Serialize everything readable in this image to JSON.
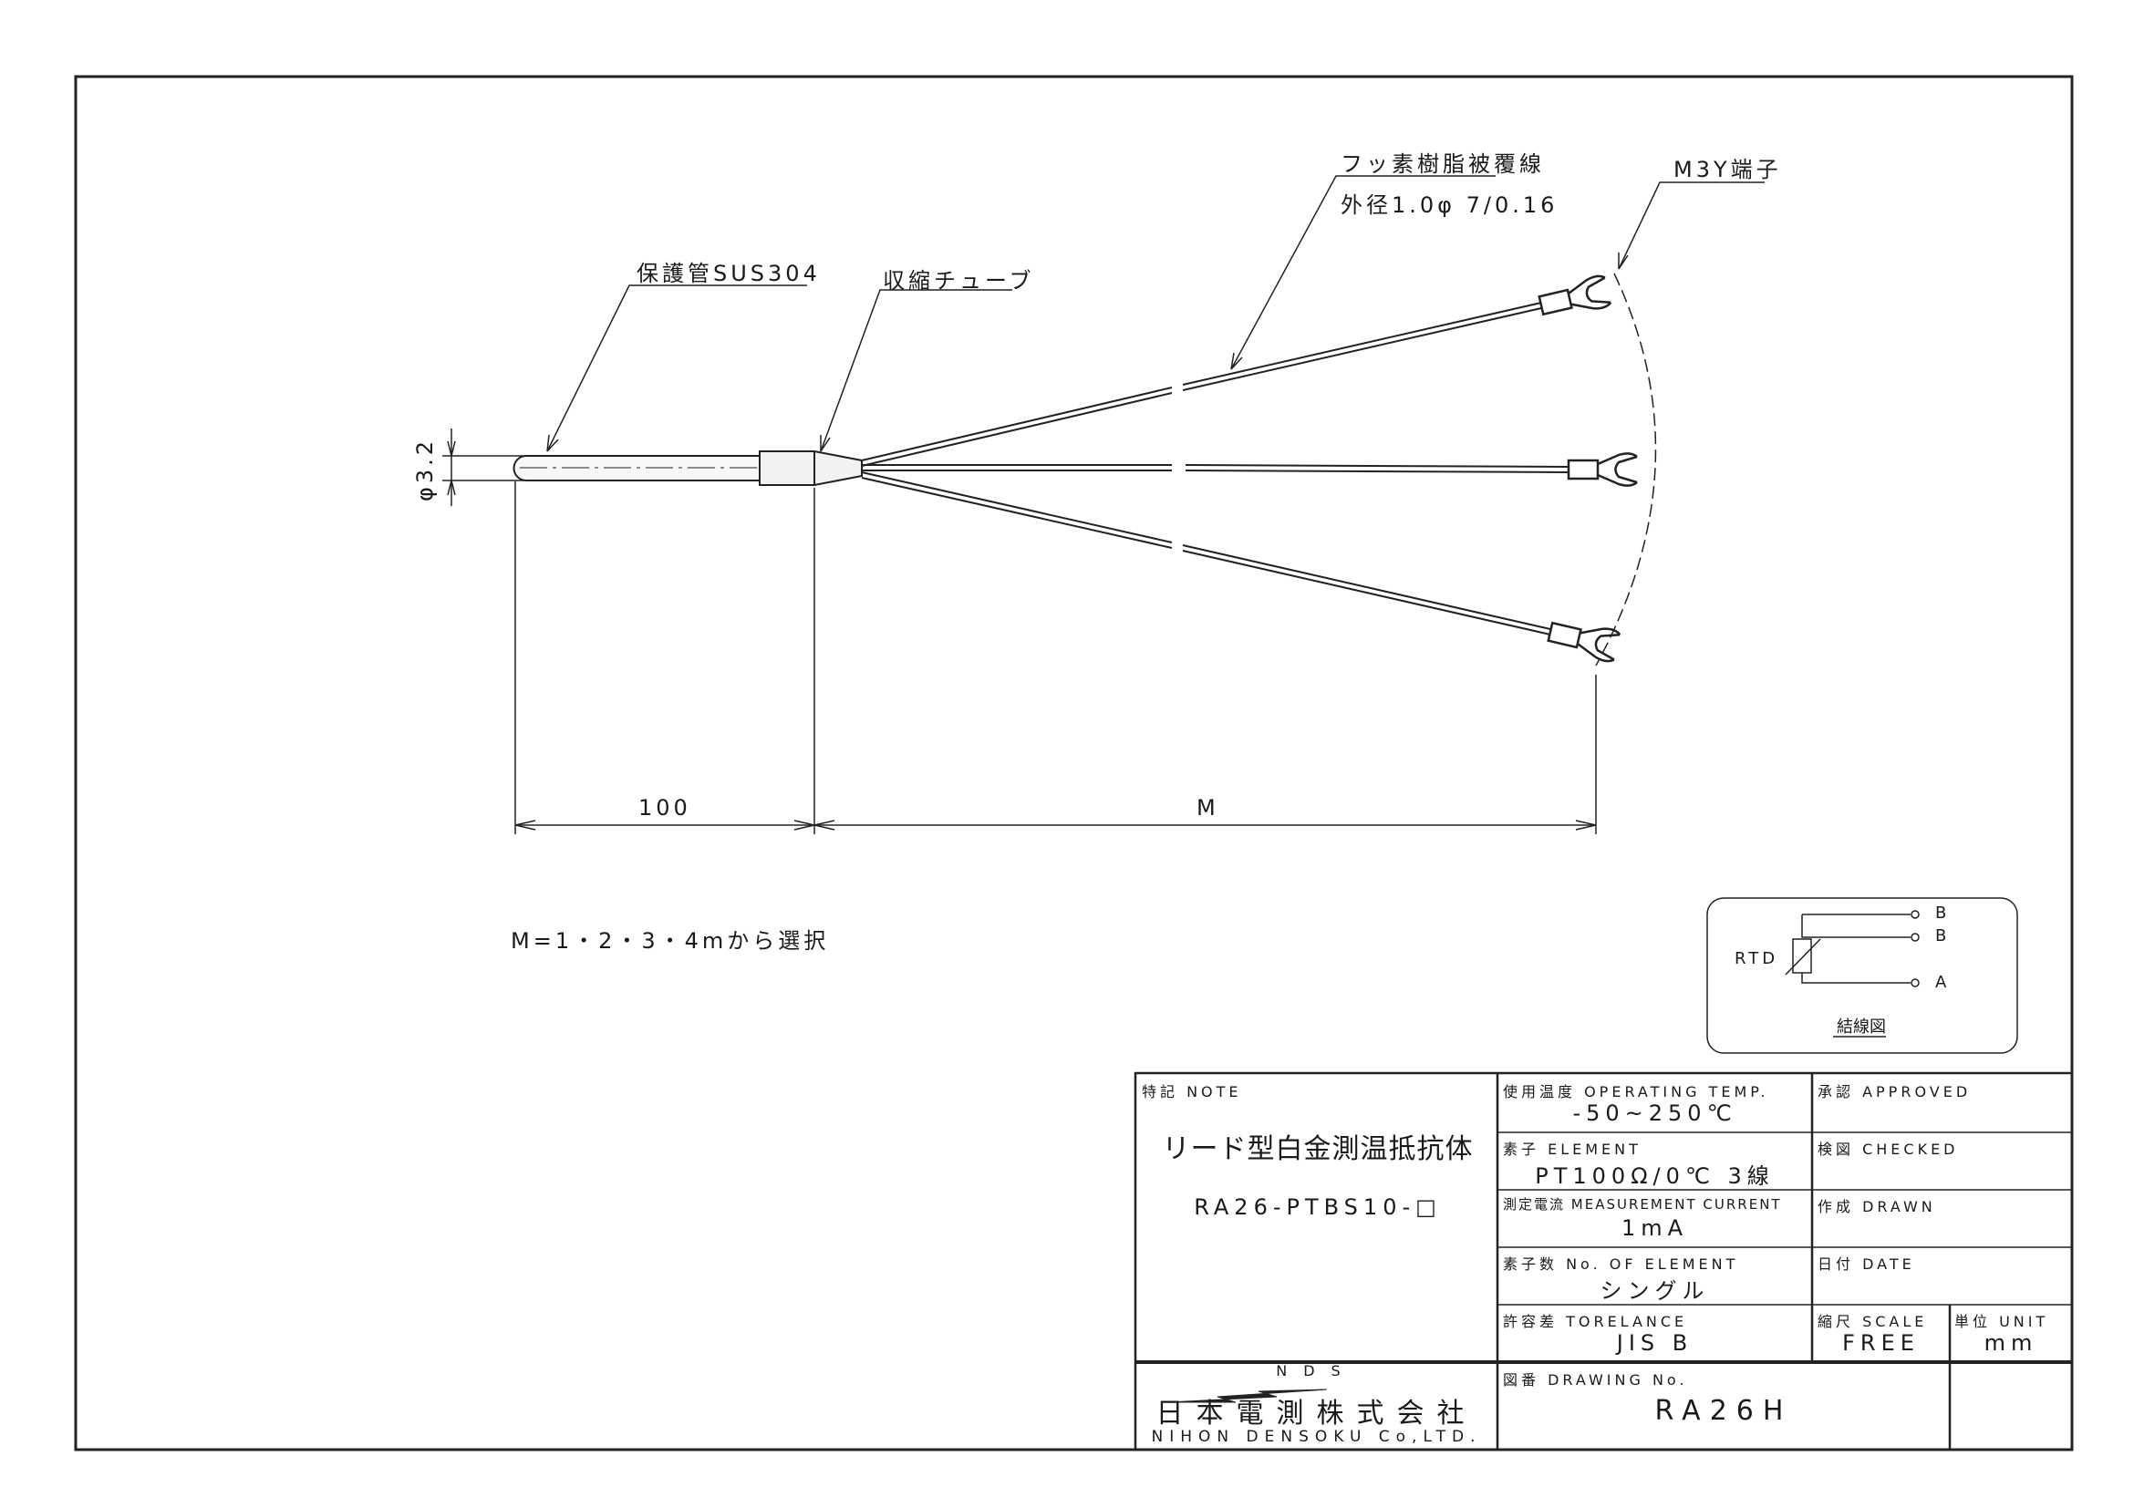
{
  "labels": {
    "protective_tube": "保護管SUS304",
    "shrink_tube": "収縮チューブ",
    "wire": "フッ素樹脂被覆線",
    "wire_spec": "外径1.0φ 7/0.16",
    "terminal": "M3Y端子",
    "diameter": "φ3.2",
    "dim_100": "100",
    "dim_m": "M",
    "m_note": "M=1・2・3・4mから選択"
  },
  "wiring": {
    "rtd": "RTD",
    "terminals": [
      "B",
      "B",
      "A"
    ],
    "caption": "結線図"
  },
  "title_block": {
    "note_label": "特記 NOTE",
    "product_name": "リード型白金測温抵抗体",
    "model": "RA26-PTBS10-□",
    "op_temp_label": "使用温度 OPERATING TEMP.",
    "op_temp": "-50~250℃",
    "element_label": "素子 ELEMENT",
    "element": "PT100Ω/0℃ 3線",
    "current_label": "測定電流 MEASUREMENT CURRENT",
    "current": "1mA",
    "num_label": "素子数 No. OF ELEMENT",
    "num": "シングル",
    "tol_label": "許容差 TORELANCE",
    "tol": "JIS B",
    "approved": "承認 APPROVED",
    "checked": "検図 CHECKED",
    "drawn": "作成 DRAWN",
    "date": "日付 DATE",
    "scale_label": "縮尺 SCALE",
    "scale": "FREE",
    "unit_label": "単位 UNIT",
    "unit": "mm",
    "drawing_no_label": "図番 DRAWING No.",
    "drawing_no": "RA26H",
    "company_abbr": "NDS",
    "company_jp": "日本電測株式会社",
    "company_en": "NIHON DENSOKU Co,LTD."
  }
}
